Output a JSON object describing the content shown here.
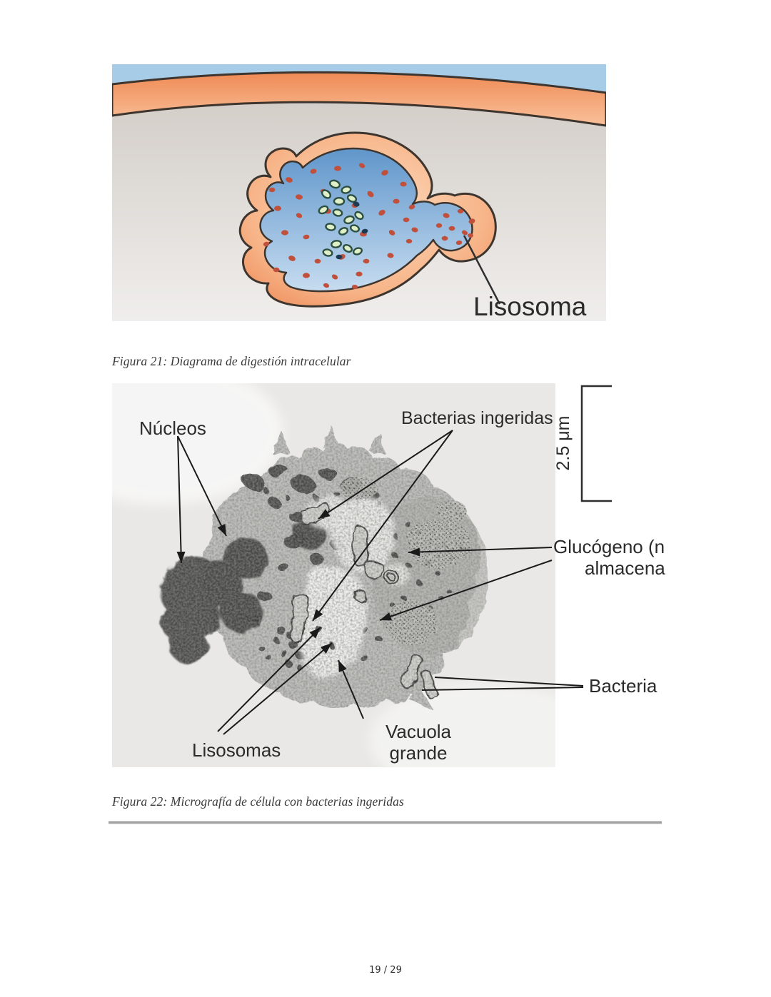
{
  "page": {
    "page_number": "19 / 29"
  },
  "figure21": {
    "caption": "Figura 21: Diagrama de digestión intracelular",
    "label_lisosoma": "Lisosoma",
    "colors": {
      "sky_blue": "#a7cce8",
      "membrane_orange": "#ef8a55",
      "membrane_orange_light": "#f9c09a",
      "vacuole_blue": "#6096cb",
      "vacuole_blue_light": "#c6dcf0",
      "enzyme_dot_red": "#c0503c",
      "bacterium_green_fill": "#dff0c8",
      "bacterium_green_stroke": "#2c4f42",
      "outline_dark": "#3d352e",
      "background_top": "#cfc9c3",
      "background_bottom": "#f0eeec"
    }
  },
  "figure22": {
    "caption": "Figura 22: Micrografía de célula con bacterias ingeridas",
    "scale_bar": "2.5 μm",
    "labels": {
      "nucleos": "Núcleos",
      "bacterias_ingeridas": "Bacterias ingeridas",
      "glucogeno_line1": "Glucógeno (n",
      "glucogeno_line2": "almacena",
      "bacteria": "Bacteria",
      "vacuola_line1": "Vacuola",
      "vacuola_line2": "grande",
      "lisosomas": "Lisosomas"
    }
  }
}
